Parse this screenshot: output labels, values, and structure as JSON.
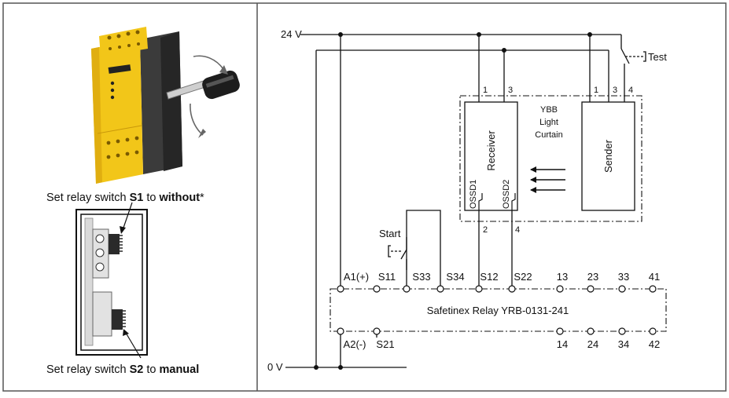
{
  "captions": {
    "s1": {
      "pre": "Set relay switch ",
      "switch": "S1",
      "mid": " to ",
      "value": "without",
      "mark": "*"
    },
    "s2": {
      "pre": "Set relay switch ",
      "switch": "S2",
      "mid": " to ",
      "value": "manual"
    }
  },
  "supply": {
    "plus": "24 V",
    "zero": "0 V"
  },
  "test_label": "Test",
  "start_label": "Start",
  "light_curtain": {
    "title_lines": [
      "YBB",
      "Light",
      "Curtain"
    ],
    "receiver": {
      "label": "Receiver",
      "pins": [
        "1",
        "3"
      ],
      "ossd": [
        "OSSD1",
        "OSSD2"
      ],
      "out_pins": [
        "2",
        "4"
      ]
    },
    "sender": {
      "label": "Sender",
      "pins": [
        "1",
        "3",
        "4"
      ]
    }
  },
  "relay": {
    "label": "Safetinex Relay YRB-0131-241",
    "top_terminals": [
      "A1(+)",
      "S11",
      "S33",
      "S34",
      "S12",
      "S22",
      "13",
      "23",
      "33",
      "41"
    ],
    "bottom_terminals": [
      "A2(-)",
      "S21",
      "14",
      "24",
      "34",
      "42"
    ]
  },
  "colors": {
    "relay_yellow": "#f2c619",
    "relay_dark": "#3a3a3a",
    "line": "#111111"
  }
}
